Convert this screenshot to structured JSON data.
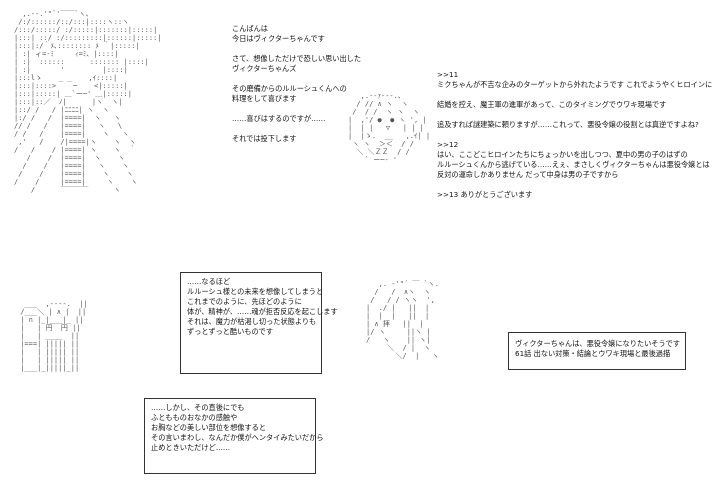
{
  "panel1": {
    "lines": [
      "こんばんは",
      "今日はヴィクターちゃんです",
      "",
      "さて、想像しただけで恐しい思い出した",
      "ヴィクターちゃんズ",
      "",
      "その磨備からのルルーシュくんへの",
      "料理をして喜びます",
      "",
      "……喜びはするのですが……",
      "",
      "それでは投下します"
    ]
  },
  "panel2": {
    "lines": [
      ">>11",
      "ミクちゃんが不吉な企みのターゲットから外れたようです これでようやくヒロインに",
      "",
      "結婚を控え、魔王軍の進軍があって、このタイミングでウワキ現場です",
      "",
      "追及すれば謎建築に頼りますが……これって、悪役令嬢の役割とは真逆ですよね?",
      "",
      ">>12",
      "はい、ここどこヒロインたちにちょっかいを出しつつ、夏中の男の子のはずの",
      "ルルーシュくんから逃げている……えぇ、まさしくヴィクターちゃんは悪役令嬢とは",
      "反対の運命しかありません  だって中身は男の子ですから",
      "",
      ">>13 ありがとうございます"
    ]
  },
  "panel3": {
    "box1": [
      "……なるほど",
      "ルルーシュ様との未来を想像してしまうと",
      "これまでのように、先ほどのように",
      "体が、精神が、……魂が拒否反応を起こします",
      "それは、魔力が枯渇し切った状態よりも",
      "ずっとずっと酷いものです"
    ],
    "box2": [
      "……しかし、その直後にでも",
      "ふともものおなかの感触や",
      "お胸などの美しい部位を想像すると",
      "その言いまわし、なんだか僕がヘンタイみたいだから",
      "止めときいただけど……"
    ]
  },
  "panel4": {
    "box": [
      "ヴィクターちゃんは、悪役令嬢になりたいそうです",
      "61話 出ない対策・結論とウワキ現場と最後過描"
    ]
  },
  "art": {
    "girl": "  ,.-‐.'\"¨'￣￣`ヽ、\n /:/::::::/::/:::|::::ヽ::ヽ\n/:::/:::::/ :/:::::|:::::::|:::::|\n|:::| ::/ :/:::::::::|::::::|:::::|\n|:::|:/｀ﾒ､:::::::: ﾒ ｀|:::::|\n| :| ィ=‐ﾐ     ｨ=ﾐ、|::::|\n| :|  ::::::      ::::::: |::::|\n| :|       '         |::::|\n|:::lゝ    _ _    ,ｲ::::|\n|:::|::::>    ─    <|:::::|\n|:::|:::::| ＿`ー─' ＿|:::::|\n|:::|::／  ﾉ|      |ヽ  ヽ|\n|::/ /   / |ﾆﾆﾆﾆ| ヽ  ヽ\n|:/ /   /  |====|  ヽ   ヽ\n// /   /   |====|   ヽ   \\\n/ /   /    |====|    ヽ   ヽ\n ,'   /    /|====|ヽ    ヽ  ヽ\n/   /    / |====| ヽ    ヽ  ｀\n   /    /  |====|  ヽ    ヽ\n  /    /   |====|   ヽ    ヽ\n /    /    |====|    ヽ    ヽ\n/    /     |====|     ヽ    ヽ\n    /      ￣￣￣￣      ヽ\n",
    "mascot": "   ,.-‐ｧ‐‐-.、\n  / // ∧ ヽ  ヽ\n /  / /  ヽ ヽ  ヽ\n|  ,'/ ●  ● ヽ ', |\n|  | |   ▽   | | |\n|  |ゝ.  __   ,.ｲ| |\n ヽ ヽ  ＞＜  / / \n  ＼ ＼ＺＺ  / /\n    ` ー─‐ '\n",
    "castle": "  ___  ,-‐‐-.  ||\n /___＼ | ∧ |  ||\n | ∩ |_|___|_ ||\n |   | 円  円 ||\n |   | ____  ||\n |===| ||||| ||\n |   | ||||| ||\n |   | ||||| ||\n |___|_|||||_||\n",
    "couple": "   ,. ‐'\"´ ￣ `ヽ.\n  /   /  ∧ヽ  ヽ\n /   / / ヽヽ  ',\n|  ./ |   ||  |\n|  |  |   ||  |\n| ∧ 拝   ||  |\n|/ ヽ     ||ヽ |\n/   ヽ    || ヽ|\n     ＼  / |  ヽ\n       ＼/  |   ヽ\n"
  }
}
